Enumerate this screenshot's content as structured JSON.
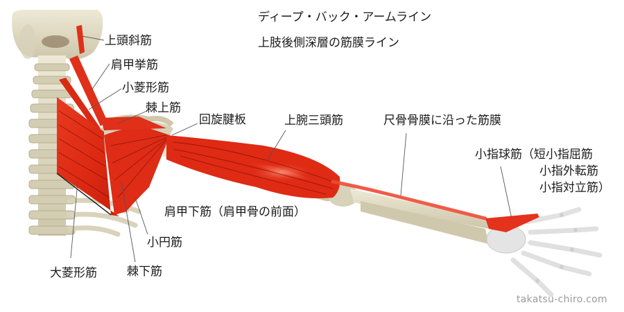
{
  "title": {
    "line1": "ディープ・バック・アームライン",
    "line2": "上肢後側深層の筋膜ライン"
  },
  "labels": {
    "superior_oblique_capitis": "上頭斜筋",
    "levator_scapulae": "肩甲挙筋",
    "rhomboid_minor": "小菱形筋",
    "supraspinatus": "棘上筋",
    "rotator_cuff": "回旋腱板",
    "triceps": "上腕三頭筋",
    "ulnar_fascia": "尺骨骨膜に沿った筋膜",
    "hypothenar_line1": "小指球筋（短小指屈筋",
    "hypothenar_line2": "小指外転筋",
    "hypothenar_line3": "小指対立筋）",
    "subscapularis": "肩甲下筋（肩甲骨の前面）",
    "teres_minor": "小円筋",
    "infraspinatus": "棘下筋",
    "rhomboid_major": "大菱形筋"
  },
  "watermark": "takatsu-chiro.com",
  "colors": {
    "muscle": "#e02a14",
    "muscle_dark": "#b81c0c",
    "muscle_highlight": "#f26a50",
    "bone": "#e4dfcc",
    "bone_shadow": "#c9c2a6",
    "hand_bone": "#e8e8e8",
    "leader_line": "#555555",
    "text": "#1a1a1a",
    "watermark": "#9a9a9a"
  }
}
